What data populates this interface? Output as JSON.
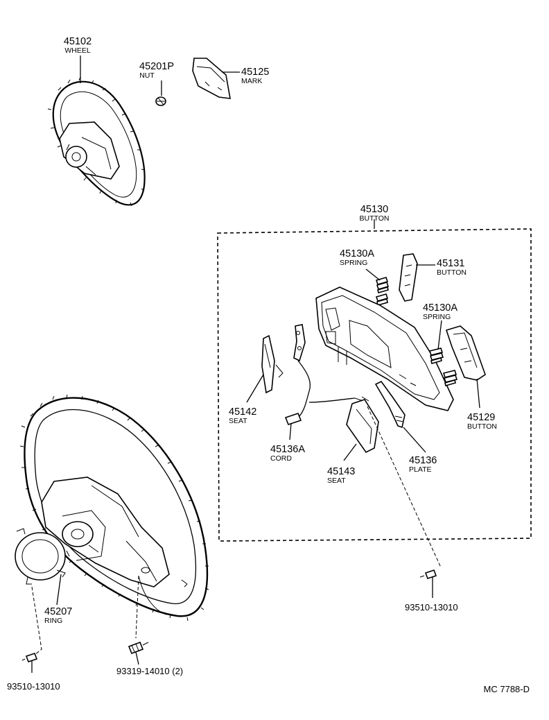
{
  "callouts": [
    {
      "id": "45102",
      "part_no": "45102",
      "name": "WHEEL"
    },
    {
      "id": "45201P",
      "part_no": "45201P",
      "name": "NUT"
    },
    {
      "id": "45125",
      "part_no": "45125",
      "name": "MARK"
    },
    {
      "id": "45130",
      "part_no": "45130",
      "name": "BUTTON"
    },
    {
      "id": "45130A_top",
      "part_no": "45130A",
      "name": "SPRING"
    },
    {
      "id": "45131",
      "part_no": "45131",
      "name": "BUTTON"
    },
    {
      "id": "45130A_right",
      "part_no": "45130A",
      "name": "SPRING"
    },
    {
      "id": "45142",
      "part_no": "45142",
      "name": "SEAT"
    },
    {
      "id": "45129",
      "part_no": "45129",
      "name": "BUTTON"
    },
    {
      "id": "45136A",
      "part_no": "45136A",
      "name": "CORD"
    },
    {
      "id": "45136",
      "part_no": "45136",
      "name": "PLATE"
    },
    {
      "id": "45143",
      "part_no": "45143",
      "name": "SEAT"
    },
    {
      "id": "45207",
      "part_no": "45207",
      "name": "RING"
    },
    {
      "id": "93510_right",
      "part_no": "93510-13010",
      "name": ""
    },
    {
      "id": "93319",
      "part_no": "93319-14010 (2)",
      "name": ""
    },
    {
      "id": "93510_left",
      "part_no": "93510-13010",
      "name": ""
    }
  ],
  "diagram_code": "MC  7788-D"
}
